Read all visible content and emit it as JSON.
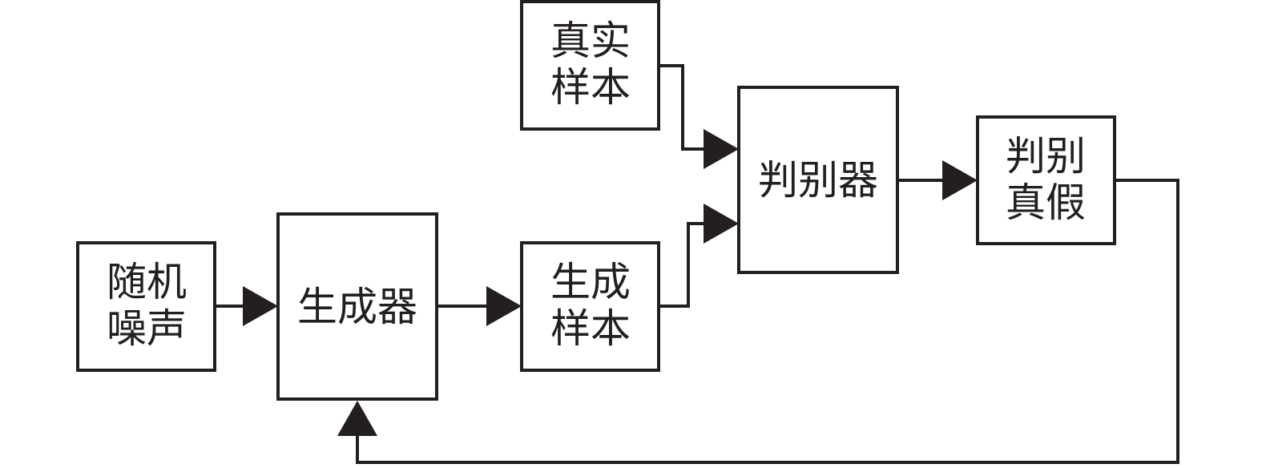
{
  "diagram": {
    "nodes": {
      "random_noise": {
        "lines": [
          "随机",
          "噪声"
        ]
      },
      "generator": {
        "lines": [
          "生成器"
        ]
      },
      "generated_samples": {
        "lines": [
          "生成",
          "样本"
        ]
      },
      "real_samples": {
        "lines": [
          "真实",
          "样本"
        ]
      },
      "discriminator": {
        "lines": [
          "判别器"
        ]
      },
      "judgement": {
        "lines": [
          "判别",
          "真假"
        ]
      }
    },
    "edges": [
      {
        "from": "random_noise",
        "to": "generator"
      },
      {
        "from": "generator",
        "to": "generated_samples"
      },
      {
        "from": "real_samples",
        "to": "discriminator"
      },
      {
        "from": "generated_samples",
        "to": "discriminator"
      },
      {
        "from": "discriminator",
        "to": "judgement"
      },
      {
        "from": "judgement",
        "to": "generator"
      }
    ]
  }
}
